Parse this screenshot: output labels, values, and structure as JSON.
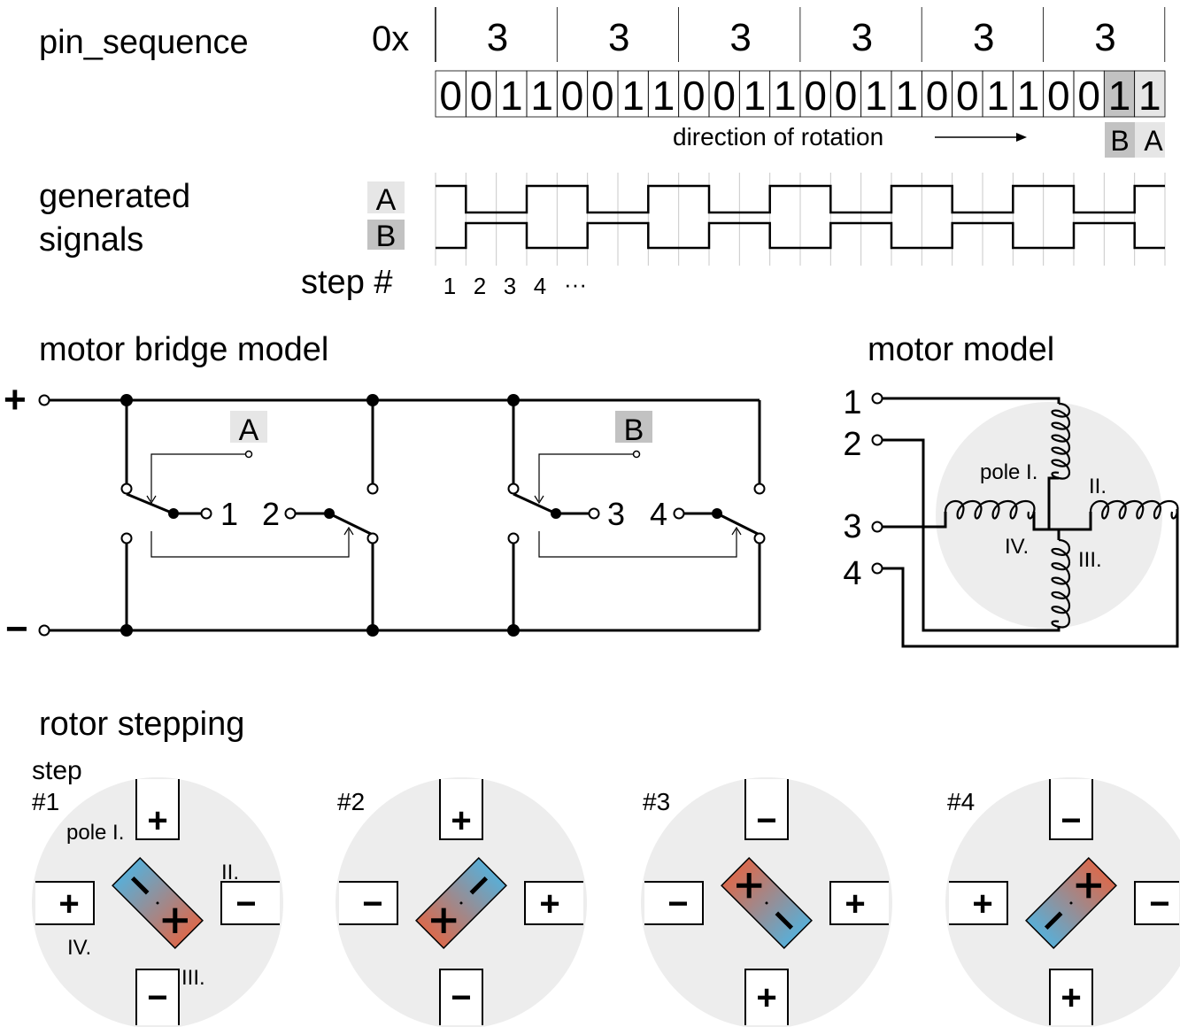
{
  "pin_sequence": {
    "title": "pin_sequence",
    "prefix": "0x",
    "hex_digits": [
      "3",
      "3",
      "3",
      "3",
      "3",
      "3"
    ],
    "bits": [
      "0",
      "0",
      "1",
      "1",
      "0",
      "0",
      "1",
      "1",
      "0",
      "0",
      "1",
      "1",
      "0",
      "0",
      "1",
      "1",
      "0",
      "0",
      "1",
      "1",
      "0",
      "0",
      "1",
      "1"
    ],
    "b_label": "B",
    "a_label": "A",
    "direction_label": "direction of rotation"
  },
  "signals": {
    "title_line1": "generated",
    "title_line2": "signals",
    "a_label": "A",
    "b_label": "B",
    "step_label": "step #",
    "step_numbers": [
      "1",
      "2",
      "3",
      "4",
      "···"
    ]
  },
  "bridge": {
    "title": "motor bridge model",
    "plus": "+",
    "minus": "−",
    "switch_a": "A",
    "switch_b": "B",
    "out1": "1",
    "out2": "2",
    "out3": "3",
    "out4": "4"
  },
  "motor": {
    "title": "motor model",
    "pins": [
      "1",
      "2",
      "3",
      "4"
    ],
    "pole1": "pole I.",
    "pole2": "II.",
    "pole3": "III.",
    "pole4": "IV."
  },
  "rotor": {
    "title": "rotor stepping",
    "step_word": "step",
    "steps": [
      "#1",
      "#2",
      "#3",
      "#4"
    ],
    "pole1": "pole I.",
    "pole2": "II.",
    "pole3": "III.",
    "pole4": "IV.",
    "plus": "+",
    "minus": "−",
    "pole_signs": [
      {
        "top": "+",
        "right": "−",
        "bottom": "−",
        "left": "+"
      },
      {
        "top": "+",
        "right": "+",
        "bottom": "−",
        "left": "−"
      },
      {
        "top": "−",
        "right": "+",
        "bottom": "+",
        "left": "−"
      },
      {
        "top": "−",
        "right": "−",
        "bottom": "+",
        "left": "+"
      }
    ],
    "rotor_colors": {
      "minus_end": "#5aaed6",
      "plus_end": "#d96a4e"
    }
  },
  "colors": {
    "highlight_light": "#e6e6e6",
    "highlight_dark": "#c2c2c2",
    "disc": "#ededed"
  }
}
